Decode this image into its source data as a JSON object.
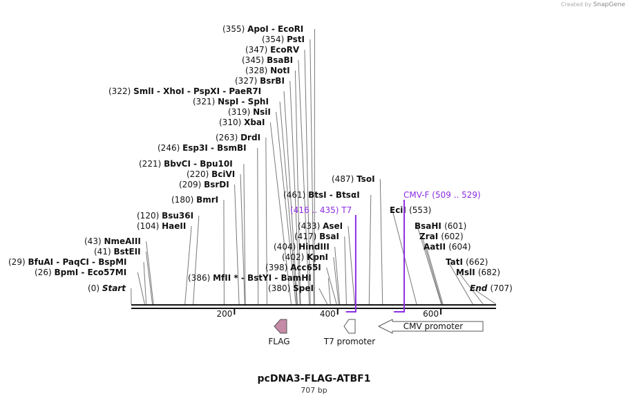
{
  "header": {
    "credit_prefix": "Created by",
    "credit_brand": "SnapGene"
  },
  "plasmid": {
    "name": "pcDNA3-FLAG-ATBF1",
    "length_label": "707 bp",
    "length": 707
  },
  "ruler": {
    "ticks": [
      200,
      400,
      600
    ]
  },
  "sites": [
    {
      "id": "start",
      "pos": "(0)",
      "names": [
        "Start"
      ],
      "italic": true,
      "loc": 0
    },
    {
      "id": "bpmi",
      "pos": "(26)",
      "names": [
        "BpmI",
        "Eco57MI"
      ],
      "loc": 26
    },
    {
      "id": "bfuai",
      "pos": "(29)",
      "names": [
        "BfuAI",
        "PaqCI",
        "BspMI"
      ],
      "loc": 29
    },
    {
      "id": "bsteii",
      "pos": "(41)",
      "names": [
        "BstEII"
      ],
      "loc": 41
    },
    {
      "id": "nmeaiii",
      "pos": "(43)",
      "names": [
        "NmeAIII"
      ],
      "loc": 43
    },
    {
      "id": "haeii",
      "pos": "(104)",
      "names": [
        "HaeII"
      ],
      "loc": 104
    },
    {
      "id": "bsu36i",
      "pos": "(120)",
      "names": [
        "Bsu36I"
      ],
      "loc": 120
    },
    {
      "id": "bmri",
      "pos": "(180)",
      "names": [
        "BmrI"
      ],
      "loc": 180
    },
    {
      "id": "bsrdi",
      "pos": "(209)",
      "names": [
        "BsrDI"
      ],
      "loc": 209
    },
    {
      "id": "bcivi",
      "pos": "(220)",
      "names": [
        "BciVI"
      ],
      "loc": 220
    },
    {
      "id": "bbvci",
      "pos": "(221)",
      "names": [
        "BbvCI",
        "Bpu10I"
      ],
      "loc": 221
    },
    {
      "id": "esp3i",
      "pos": "(246)",
      "names": [
        "Esp3I",
        "BsmBI"
      ],
      "loc": 246
    },
    {
      "id": "drdi",
      "pos": "(263)",
      "names": [
        "DrdI"
      ],
      "loc": 263
    },
    {
      "id": "xbai",
      "pos": "(310)",
      "names": [
        "XbaI"
      ],
      "loc": 310
    },
    {
      "id": "nsii",
      "pos": "(319)",
      "names": [
        "NsiI"
      ],
      "loc": 319
    },
    {
      "id": "nspi",
      "pos": "(321)",
      "names": [
        "NspI",
        "SphI"
      ],
      "loc": 321
    },
    {
      "id": "smli",
      "pos": "(322)",
      "names": [
        "SmlI",
        "XhoI",
        "PspXI",
        "PaeR7I"
      ],
      "loc": 322
    },
    {
      "id": "bsrbi",
      "pos": "(327)",
      "names": [
        "BsrBI"
      ],
      "loc": 327
    },
    {
      "id": "noti",
      "pos": "(328)",
      "names": [
        "NotI"
      ],
      "loc": 328
    },
    {
      "id": "bsabi",
      "pos": "(345)",
      "names": [
        "BsaBI"
      ],
      "loc": 345
    },
    {
      "id": "ecorv",
      "pos": "(347)",
      "names": [
        "EcoRV"
      ],
      "loc": 347
    },
    {
      "id": "psti",
      "pos": "(354)",
      "names": [
        "PstI"
      ],
      "loc": 354
    },
    {
      "id": "apoi",
      "pos": "(355)",
      "names": [
        "ApoI",
        "EcoRI"
      ],
      "loc": 355
    },
    {
      "id": "mfli",
      "pos": "(386)",
      "names": [
        "MfII *",
        "BstYI",
        "BamHI"
      ],
      "loc": 386
    },
    {
      "id": "spei",
      "pos": "(380)",
      "names": [
        "SpeI"
      ],
      "loc": 380
    },
    {
      "id": "acc65i",
      "pos": "(398)",
      "names": [
        "Acc65I"
      ],
      "loc": 398
    },
    {
      "id": "kpni",
      "pos": "(402)",
      "names": [
        "KpnI"
      ],
      "loc": 402
    },
    {
      "id": "hindiii",
      "pos": "(404)",
      "names": [
        "HindIII"
      ],
      "loc": 404
    },
    {
      "id": "bsai",
      "pos": "(417)",
      "names": [
        "BsaI"
      ],
      "loc": 417
    },
    {
      "id": "asei",
      "pos": "(433)",
      "names": [
        "AseI"
      ],
      "loc": 433
    },
    {
      "id": "btsi",
      "pos": "(461)",
      "names": [
        "BtsI",
        "BtsαI"
      ],
      "loc": 461
    },
    {
      "id": "tsoi",
      "pos": "(487)",
      "names": [
        "TsoI"
      ],
      "loc": 487
    },
    {
      "id": "ecii",
      "pos": "(553)",
      "names": [
        "EciI"
      ],
      "loc": 553
    },
    {
      "id": "bsahi",
      "pos": "(601)",
      "names": [
        "BsaHI"
      ],
      "loc": 601
    },
    {
      "id": "zrai",
      "pos": "(602)",
      "names": [
        "ZraI"
      ],
      "loc": 602
    },
    {
      "id": "aatii",
      "pos": "(604)",
      "names": [
        "AatII"
      ],
      "loc": 604
    },
    {
      "id": "tati",
      "pos": "(662)",
      "names": [
        "TatI"
      ],
      "loc": 662
    },
    {
      "id": "msli",
      "pos": "(682)",
      "names": [
        "MslI"
      ],
      "loc": 682
    },
    {
      "id": "end",
      "pos": "(707)",
      "names": [
        "End"
      ],
      "italic": true,
      "loc": 707
    }
  ],
  "primers": [
    {
      "id": "t7",
      "name": "T7",
      "range": "(416 .. 435)",
      "start": 416,
      "end": 435
    },
    {
      "id": "cmvf",
      "name": "CMV-F",
      "range": "(509 .. 529)",
      "start": 509,
      "end": 529
    }
  ],
  "features": [
    {
      "id": "flag",
      "label": "FLAG",
      "color": "#c48aa6",
      "dir": "left"
    },
    {
      "id": "t7promoter",
      "label": "T7 promoter",
      "color": "#ffffff",
      "dir": "left"
    },
    {
      "id": "cmvpromoter",
      "label": "CMV promoter",
      "color": "#ffffff",
      "dir": "left"
    }
  ],
  "colors": {
    "primer": "#8a2be2",
    "backbone": "#111111",
    "flag": "#c48aa6"
  }
}
